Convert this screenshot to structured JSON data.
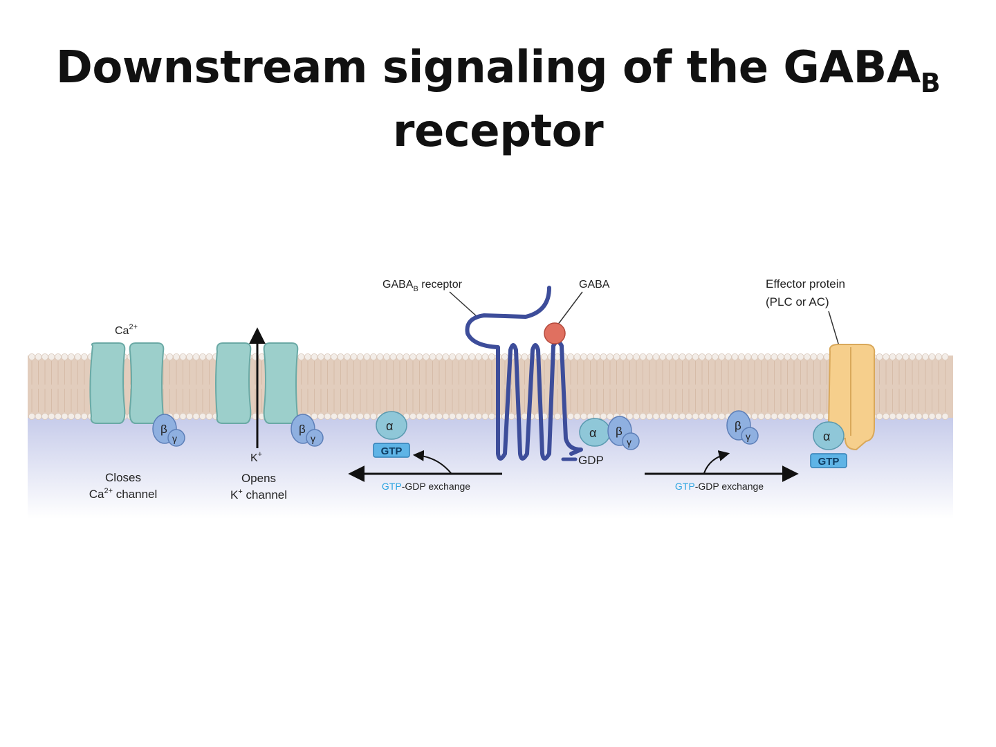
{
  "title": {
    "line1_main": "Downstream signaling of the GABA",
    "line1_sub": "B",
    "line2": "receptor"
  },
  "labels": {
    "ca_ion": "Ca",
    "ca_ion_sup": "2+",
    "k_ion": "K",
    "k_ion_sup": "+",
    "closes_line1": "Closes",
    "closes_line2_main": "Ca",
    "closes_line2_sup": "2+",
    "closes_line2_rest": " channel",
    "opens_line1": "Opens",
    "opens_line2_main": "K",
    "opens_line2_sup": "+",
    "opens_line2_rest": " channel",
    "receptor_main": "GABA",
    "receptor_sub": "B",
    "receptor_rest": " receptor",
    "gaba": "GABA",
    "effector_line1": "Effector protein",
    "effector_line2": "(PLC or AC)",
    "alpha": "α",
    "beta": "β",
    "gamma": "γ",
    "gtp": "GTP",
    "gdp": "GDP",
    "exchange_gtp": "GTP",
    "exchange_rest": "-GDP exchange"
  },
  "colors": {
    "membrane": "#e2cdbd",
    "lipid_head": "#f3ede8",
    "cytoplasm_top": "#c9cdea",
    "channel": "#9ccfcb",
    "channel_stroke": "#6aa9a5",
    "receptor": "#3d4d9a",
    "gaba_ball": "#e07060",
    "g_protein": "#8fb0e0",
    "gtp_box": "#5fb4e6",
    "effector": "#f6cf8c",
    "exchange_gtp": "#2aa3e0"
  }
}
